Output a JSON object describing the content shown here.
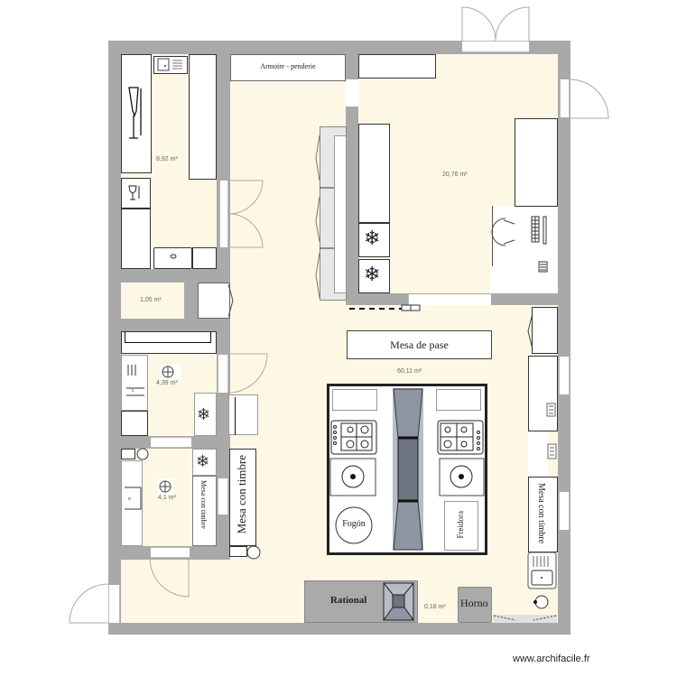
{
  "plan": {
    "rooms": [
      {
        "id": "pantry",
        "area": "8,92 m²"
      },
      {
        "id": "office-storage",
        "area": "20,76 m²"
      },
      {
        "id": "small-closet",
        "area": "1,05 m²"
      },
      {
        "id": "cold-room-1",
        "area": "4,39 m²"
      },
      {
        "id": "cold-room-2",
        "area": "4,1 m²"
      },
      {
        "id": "main-kitchen",
        "area": "60,11 m²"
      },
      {
        "id": "niche",
        "area": "0,18 m²"
      }
    ],
    "labels": {
      "wardrobe": "Armoire - penderie",
      "pass_table": "Mesa de pase",
      "bell_table_left": "Mesa con timbre",
      "bell_table_small": "Mesa con timbre",
      "bell_table_right": "Mesa con timbre",
      "stove": "Fogón",
      "fryer": "Freidora",
      "rational": "Rational",
      "oven": "Horno"
    },
    "colors": {
      "wall": "#a9a9a9",
      "floor": "#fdf8e6",
      "furniture": "#ffffff",
      "hood": "#8f96a3"
    }
  },
  "footer": {
    "watermark": "www.archifacile.fr"
  }
}
